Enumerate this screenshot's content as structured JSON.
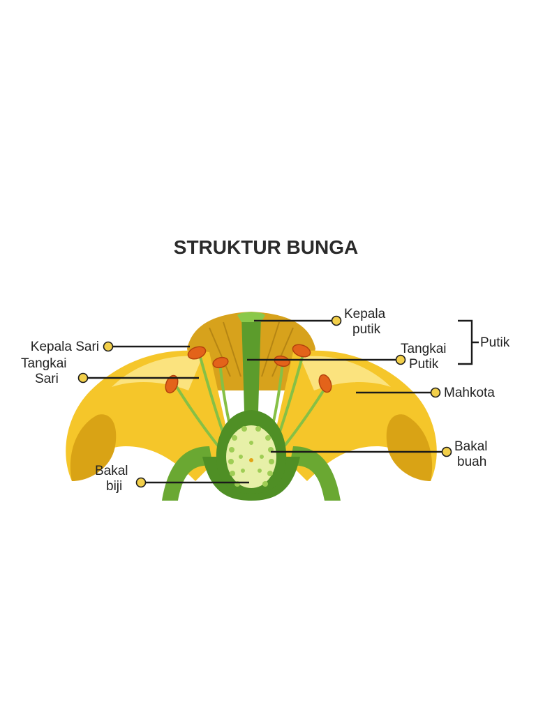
{
  "title": "STRUKTUR BUNGA",
  "labels": {
    "kepala_putik": [
      "Kepala",
      "putik"
    ],
    "kepala_sari": "Kepala Sari",
    "tangkai_sari": [
      "Tangkai",
      "Sari"
    ],
    "tangkai_putik": [
      "Tangkai",
      "Putik"
    ],
    "putik": "Putik",
    "mahkota": "Mahkota",
    "bakal_buah": [
      "Bakal",
      "buah"
    ],
    "bakal_biji": [
      "Bakal",
      "biji"
    ]
  },
  "colors": {
    "petal": "#f5c62a",
    "petal_light": "#fbe37e",
    "petal_dark": "#d9a315",
    "sepal": "#6aa832",
    "stem": "#4f8f25",
    "pistil": "#5c9c2c",
    "ovary_fill": "#e7f0a8",
    "ovule": "#9fcd55",
    "anther": "#e3631a",
    "dot": "#f2cf4a"
  }
}
